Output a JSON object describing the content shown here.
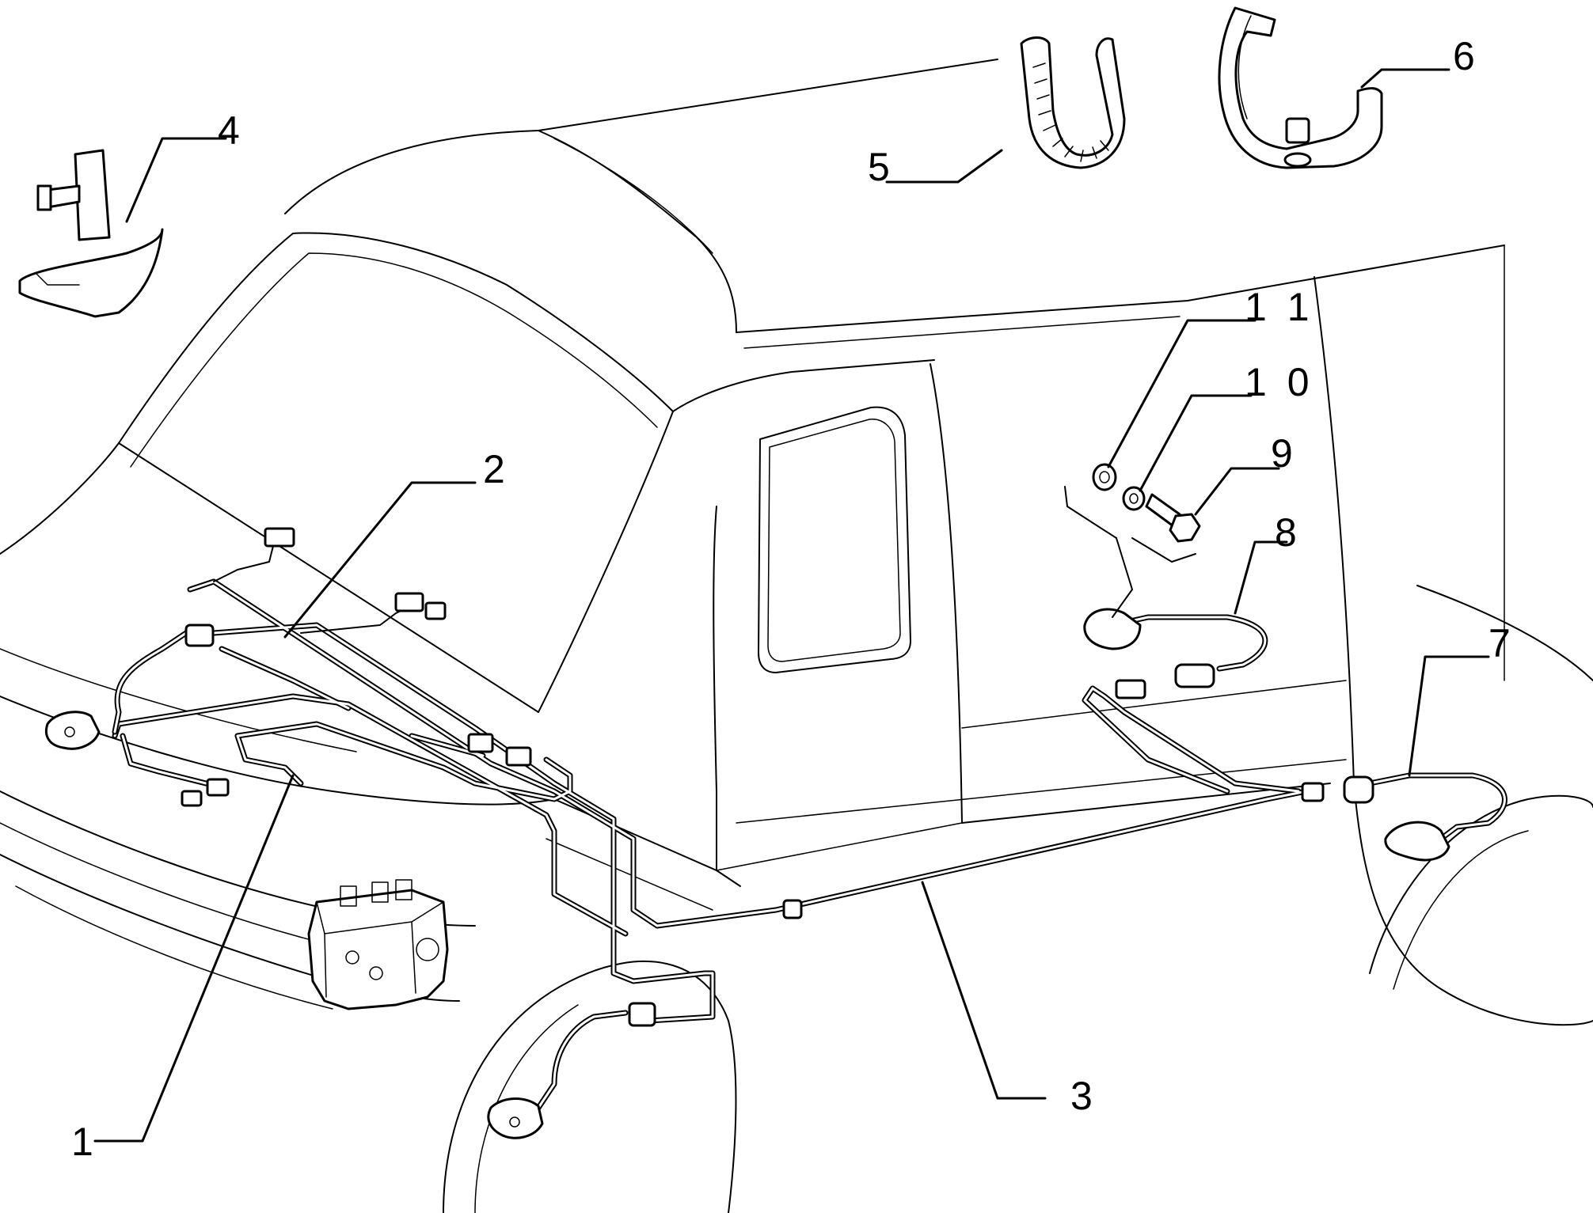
{
  "callouts": [
    {
      "id": "1",
      "label": "1"
    },
    {
      "id": "2",
      "label": "2"
    },
    {
      "id": "3",
      "label": "3"
    },
    {
      "id": "4",
      "label": "4"
    },
    {
      "id": "5",
      "label": "5"
    },
    {
      "id": "6",
      "label": "6"
    },
    {
      "id": "7",
      "label": "7"
    },
    {
      "id": "8",
      "label": "8"
    },
    {
      "id": "9",
      "label": "9"
    },
    {
      "id": "10",
      "label": "1 0"
    },
    {
      "id": "11",
      "label": "1 1"
    }
  ],
  "colors": {
    "line": "#000000",
    "background": "#ffffff"
  }
}
